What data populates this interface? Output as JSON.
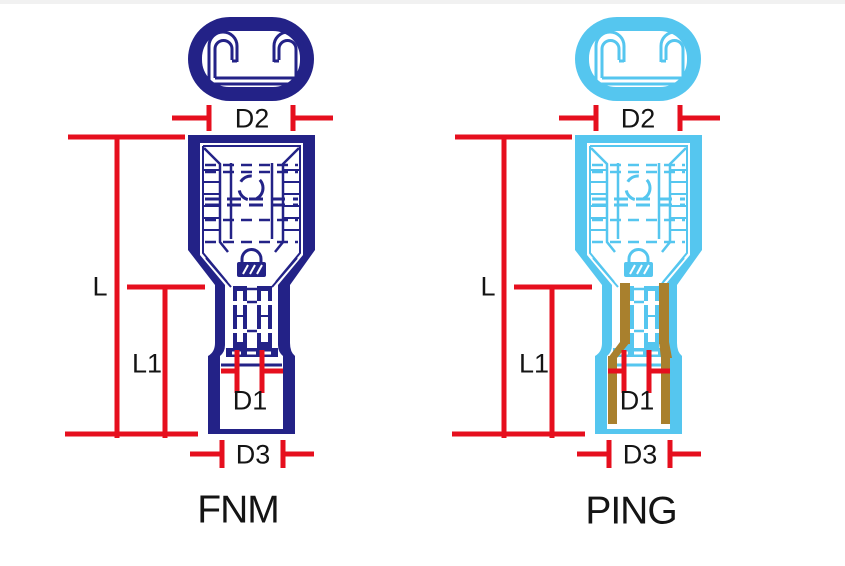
{
  "colors": {
    "fnm_body": "#232287",
    "ping_body": "#55C6EF",
    "ping_crimp_brown": "#A9802D",
    "dimension_red": "#E60F1E",
    "label_text": "#141414",
    "top_strip": "#F1F1F1"
  },
  "terminals": [
    {
      "id": "fnm",
      "caption": "FNM",
      "labels": {
        "d2": "D2",
        "l": "L",
        "l1": "L1",
        "d1": "D1",
        "d3": "D3"
      }
    },
    {
      "id": "ping",
      "caption": "PING",
      "labels": {
        "d2": "D2",
        "l": "L",
        "l1": "L1",
        "d1": "D1",
        "d3": "D3"
      }
    }
  ]
}
